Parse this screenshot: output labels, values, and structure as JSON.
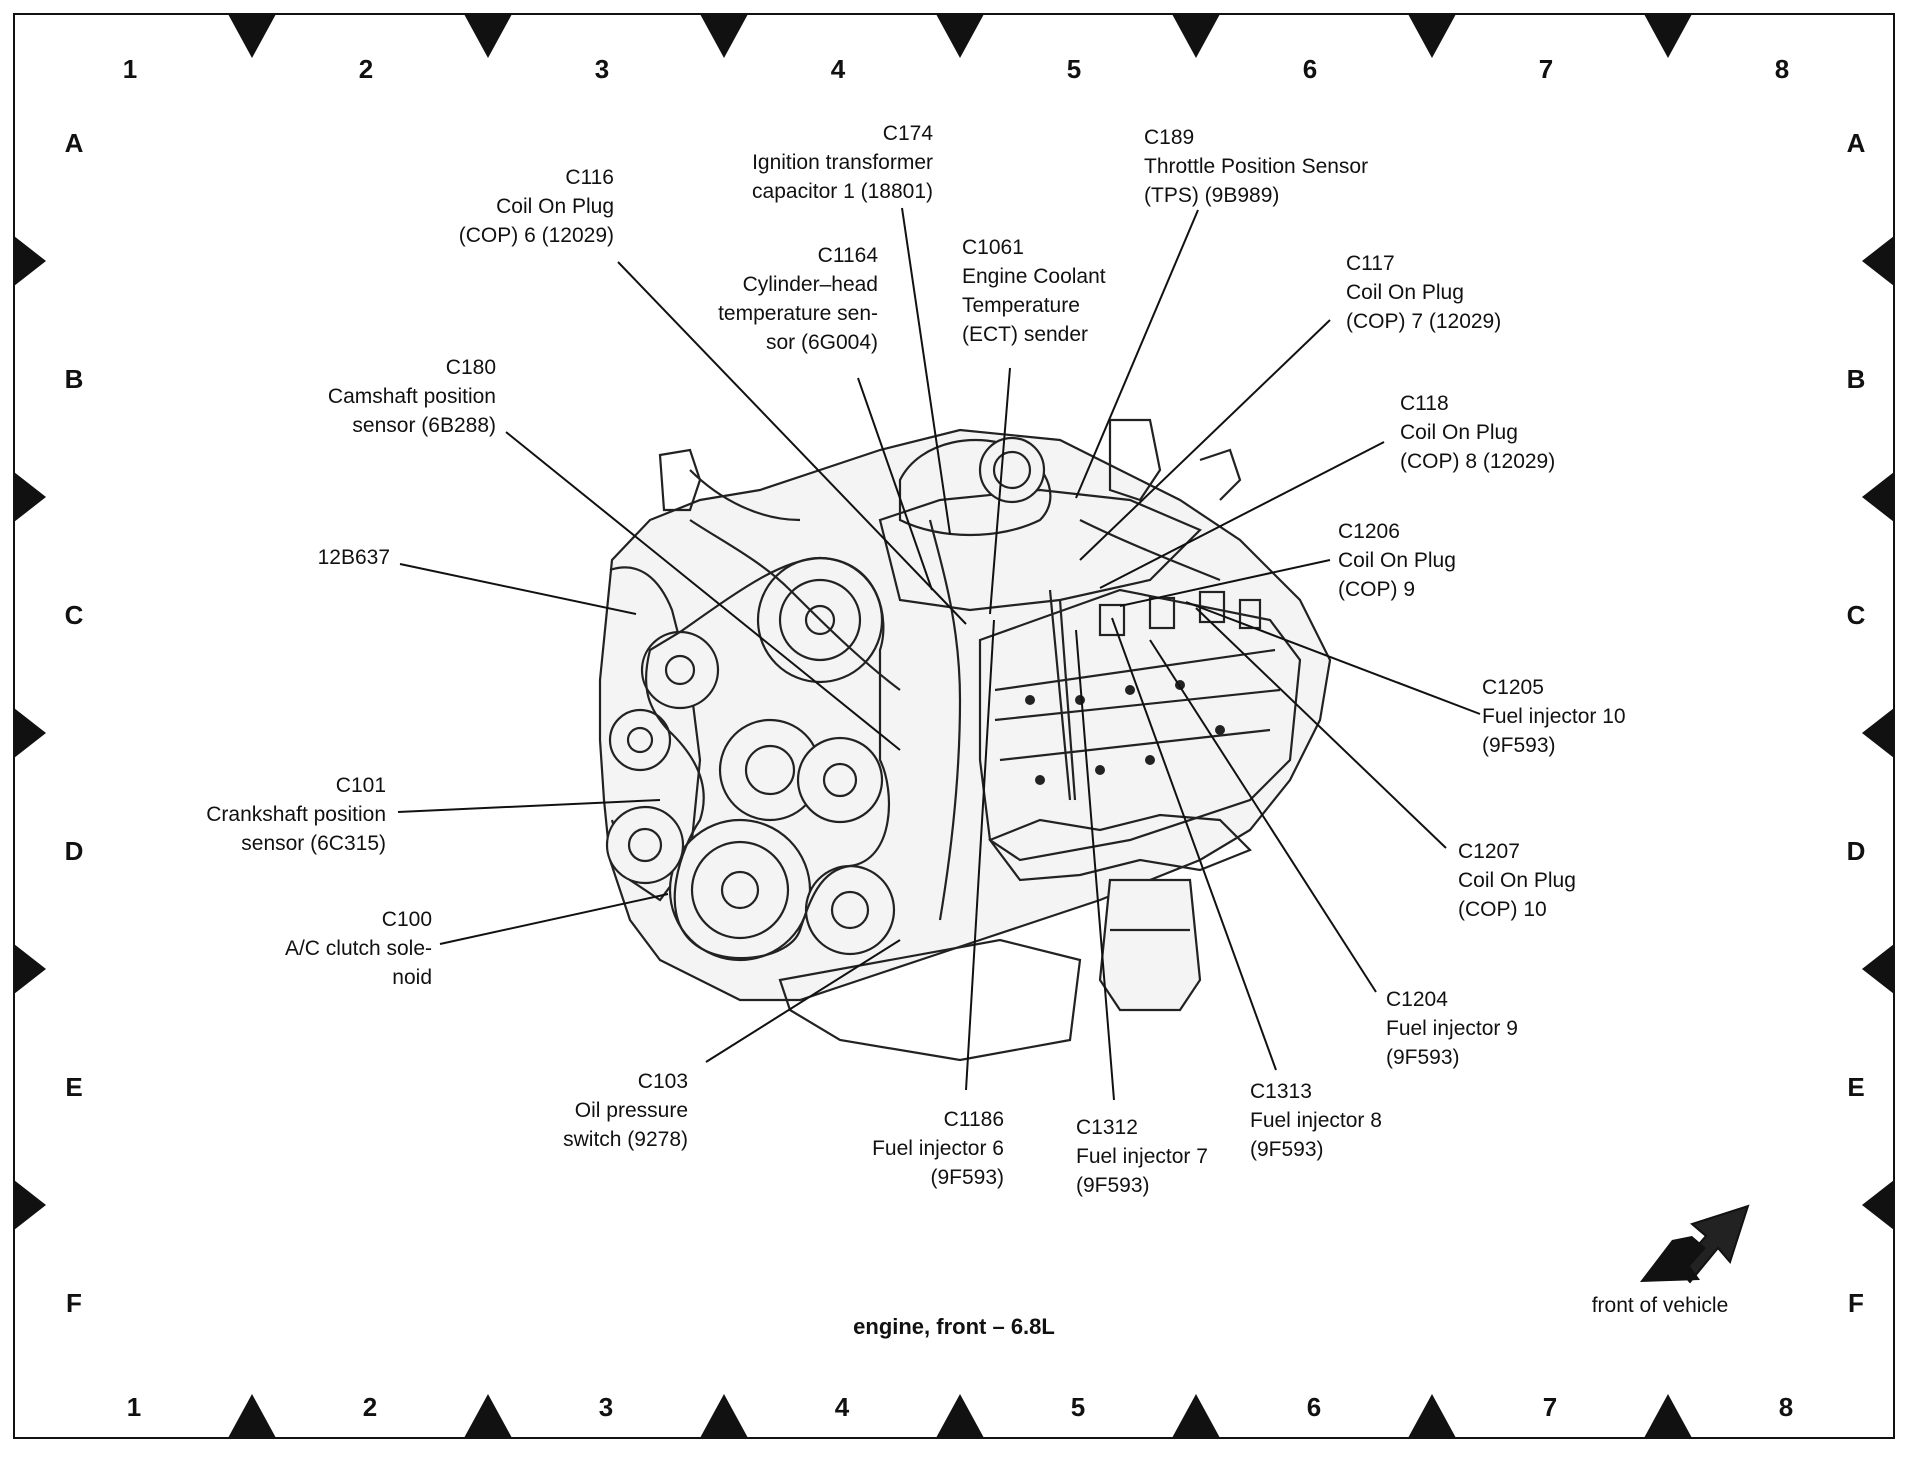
{
  "title": "engine, front – 6.8L",
  "orientation": "front of vehicle",
  "grid": {
    "columns": [
      "1",
      "2",
      "3",
      "4",
      "5",
      "6",
      "7",
      "8"
    ],
    "rows": [
      "A",
      "B",
      "C",
      "D",
      "E",
      "F"
    ]
  },
  "labels": [
    {
      "id": "c116",
      "lines": [
        "C116",
        "Coil On Plug",
        "(COP) 6 (12029)"
      ]
    },
    {
      "id": "c174",
      "lines": [
        "C174",
        "Ignition transformer",
        "capacitor 1 (18801)"
      ]
    },
    {
      "id": "c189",
      "lines": [
        "C189",
        "Throttle Position Sensor",
        "(TPS) (9B989)"
      ]
    },
    {
      "id": "c1164",
      "lines": [
        "C1164",
        "Cylinder–head",
        "temperature sen-",
        "sor (6G004)"
      ]
    },
    {
      "id": "c1061",
      "lines": [
        "C1061",
        "Engine Coolant",
        "Temperature",
        "(ECT) sender"
      ]
    },
    {
      "id": "c117",
      "lines": [
        "C117",
        "Coil On Plug",
        "(COP) 7 (12029)"
      ]
    },
    {
      "id": "c180",
      "lines": [
        "C180",
        "Camshaft position",
        "sensor (6B288)"
      ]
    },
    {
      "id": "c118",
      "lines": [
        "C118",
        "Coil On Plug",
        "(COP) 8 (12029)"
      ]
    },
    {
      "id": "c1206",
      "lines": [
        "C1206",
        "Coil On Plug",
        "(COP) 9"
      ]
    },
    {
      "id": "12b637",
      "lines": [
        "12B637"
      ]
    },
    {
      "id": "c1205",
      "lines": [
        "C1205",
        "Fuel injector 10",
        "(9F593)"
      ]
    },
    {
      "id": "c101",
      "lines": [
        "C101",
        "Crankshaft position",
        "sensor (6C315)"
      ]
    },
    {
      "id": "c1207",
      "lines": [
        "C1207",
        "Coil On Plug",
        "(COP) 10"
      ]
    },
    {
      "id": "c100",
      "lines": [
        "C100",
        "A/C clutch sole-",
        "noid"
      ]
    },
    {
      "id": "c1204",
      "lines": [
        "C1204",
        "Fuel injector 9",
        "(9F593)"
      ]
    },
    {
      "id": "c103",
      "lines": [
        "C103",
        "Oil pressure",
        "switch (9278)"
      ]
    },
    {
      "id": "c1313",
      "lines": [
        "C1313",
        "Fuel injector 8",
        "(9F593)"
      ]
    },
    {
      "id": "c1186",
      "lines": [
        "C1186",
        "Fuel injector 6",
        "(9F593)"
      ]
    },
    {
      "id": "c1312",
      "lines": [
        "C1312",
        "Fuel injector 7",
        "(9F593)"
      ]
    }
  ]
}
